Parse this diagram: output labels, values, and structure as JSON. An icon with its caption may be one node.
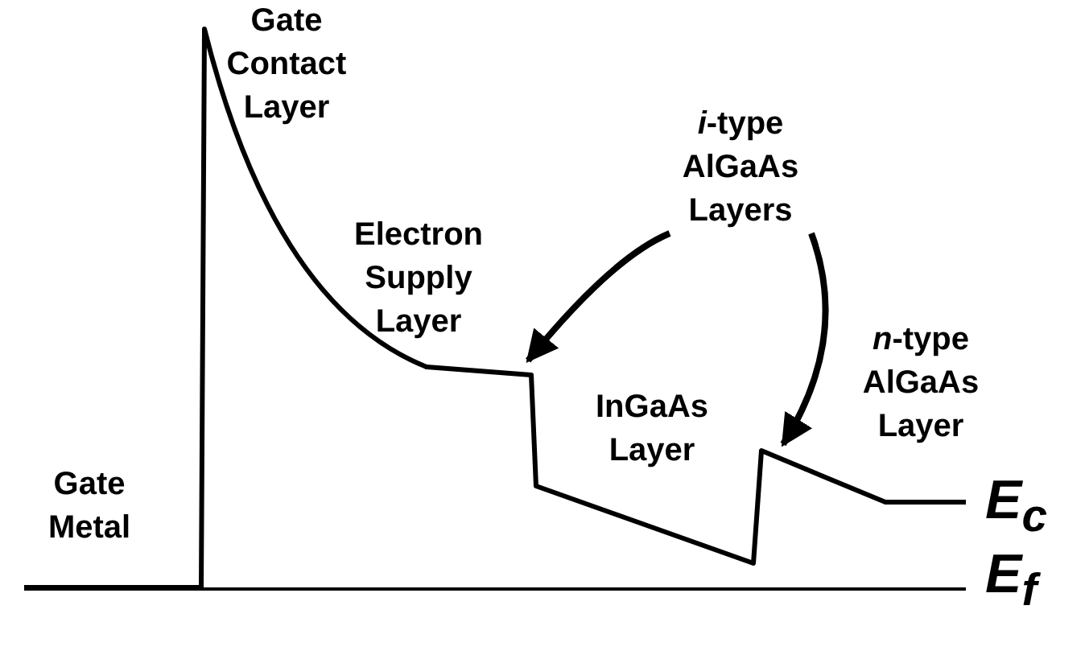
{
  "diagram": {
    "nodes": [
      {
        "text": [
          "*i*-type AlGaAs Layers"
        ]
      },
      {
        "text": [],
        "shape": "bar"
      },
      {
        "text": [],
        "shape": "bar"
      }
    ],
    "edges": [
      {
        "from": 0,
        "to": 1,
        "arrow": "to"
      },
      {
        "from": 0,
        "to": 2,
        "arrow": "to"
      }
    ],
    "labels": [
      "Gate Contact Layer",
      "Electron Supply Layer",
      "*n*-type AlGaAs Layer",
      "InGaAs Layer",
      "Gate Metal",
      "E$_{c}$",
      "E$_{f}$"
    ]
  }
}
